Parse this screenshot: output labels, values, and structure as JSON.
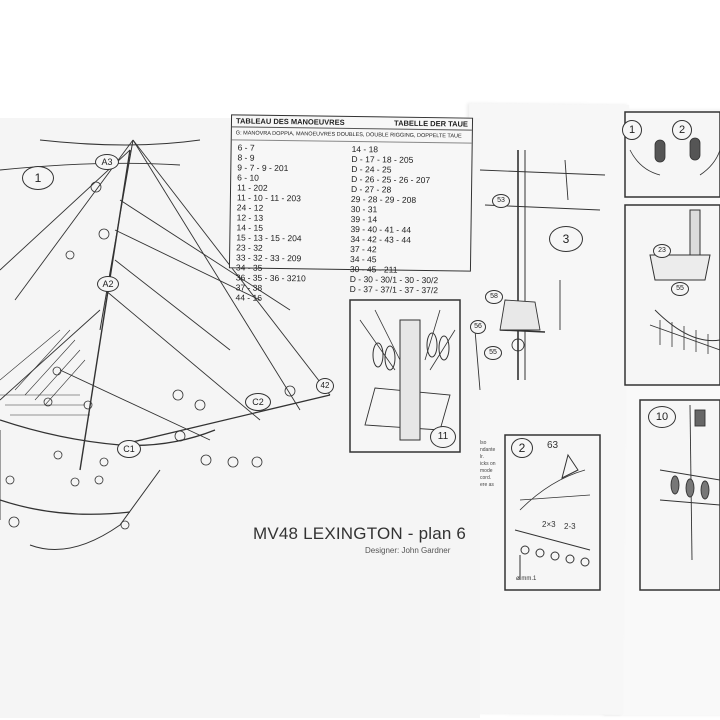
{
  "rope_table": {
    "header_left": "TABLEAU DES MANOEUVRES",
    "header_right": "TABELLE DER TAUE",
    "subheader": "G: MANOVRA DOPPIA, MANOEUVRES DOUBLES, DOUBLE RIGGING, DOPPELTE TAUE",
    "col1": [
      "6 - 7",
      "8 - 9",
      "9 - 7 - 9 - 201",
      "6 - 10",
      "11 - 202",
      "11 - 10 - 11 - 203",
      "24 - 12",
      "12 - 13",
      "14 - 15",
      "15 - 13 - 15 - 204",
      "23 - 32",
      "33 - 32 - 33 - 209",
      "34 - 35",
      "36 - 35 - 36 - 3210",
      "37 - 38",
      "44 - 16"
    ],
    "col2": [
      "14 - 18",
      "D - 17 - 18 - 205",
      "D - 24 - 25",
      "D - 26 - 25 - 26 - 207",
      "D - 27 - 28",
      "29 - 28 - 29 - 208",
      "30 - 31",
      "39 - 14",
      "39 - 40 - 41 - 44",
      "34 - 42 - 43 - 44",
      "37 - 42",
      "34 - 45",
      "30 - 45 - 211",
      "D - 30 - 30/1 - 30 - 30/2",
      "D - 37 - 37/1 - 37 - 37/2"
    ]
  },
  "plan_title": "MV48 LEXINGTON - plan 6",
  "designer": "Designer: John Gardner",
  "figures": {
    "fig1": "1",
    "fig2": "2",
    "fig3": "3",
    "fig10": "10",
    "fig11": "11",
    "fig_r1": "1",
    "fig_r2": "2"
  },
  "labels": {
    "a3": "A3",
    "a2": "A2",
    "c1": "C1",
    "c2": "C2",
    "n42": "42",
    "n63": "63",
    "n23": "23",
    "n55": "55",
    "n58": "58",
    "n56": "56",
    "n53": "53",
    "n2x3": "2×3",
    "n2_3": "2-3",
    "mm": "ø mm.1"
  },
  "side_notes": [
    "lso",
    "ndante",
    "lr.",
    "icks on",
    "mode",
    "cord.",
    "ere as"
  ]
}
